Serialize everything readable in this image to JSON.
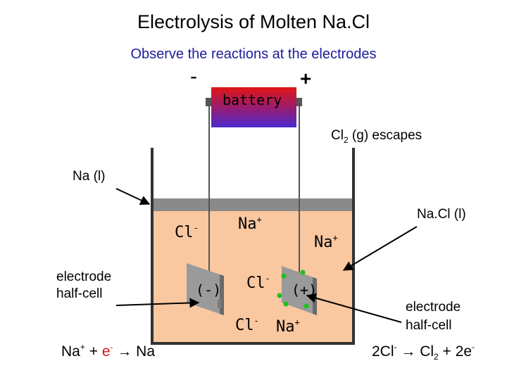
{
  "title": "Electrolysis of Molten Na.Cl",
  "subtitle": "Observe the reactions at the electrodes",
  "battery": {
    "label": "battery",
    "minus": "-",
    "plus": "+"
  },
  "labels": {
    "cl2_escapes_pre": "Cl",
    "cl2_escapes_sub": "2",
    "cl2_escapes_post": " (g) escapes",
    "na_liquid": "Na (l)",
    "nacl_liquid": "Na.Cl (l)",
    "left_half_cell_line1": "electrode",
    "left_half_cell_line2": "half-cell",
    "right_half_cell_line1": "electrode",
    "right_half_cell_line2": "half-cell",
    "cathode": "(-)",
    "anode": "(+)"
  },
  "ions": {
    "cl_ion": "Cl",
    "na_ion": "Na",
    "minus_charge": "-",
    "plus_charge": "+"
  },
  "equations": {
    "cathode": {
      "na": "Na",
      "na_charge": "+",
      "plus": " + ",
      "e": "e",
      "e_charge": "-",
      "arrow": "→",
      "product": " Na"
    },
    "anode": {
      "reactant": "2Cl",
      "reactant_charge": "-",
      "arrow": "→",
      "cl": " Cl",
      "cl_sub": "2",
      "plus": " + ",
      "electrons": "2e",
      "electrons_charge": "-"
    }
  },
  "colors": {
    "molten_salt": "#f9c7a0",
    "sodium_layer": "#8a8a8a",
    "battery_top": "#d81818",
    "battery_bottom": "#4a2ad0",
    "bubbles": "#1fc01f",
    "electrode_plate": "#9a9a9a"
  }
}
